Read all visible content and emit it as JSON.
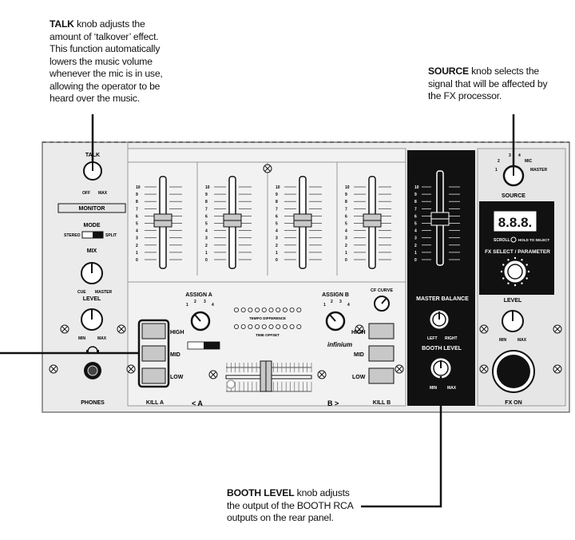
{
  "callouts": {
    "talk": {
      "title": "TALK",
      "body_l1": " knob adjusts the",
      "l2": "amount of ‘talkover’ effect.",
      "l3": "This function automatically",
      "l4": "lowers the music volume",
      "l5": "whenever the mic is in use,",
      "l6": "allowing the operator to be",
      "l7": "heard over the music."
    },
    "source": {
      "title": "SOURCE",
      "body_l1": " knob selects the",
      "l2": "signal that will be affected by",
      "l3": "the FX processor."
    },
    "booth": {
      "title": "BOOTH LEVEL",
      "body_l1": " knob adjusts",
      "l2": "the output of the BOOTH RCA",
      "l3": "outputs on the rear panel."
    }
  },
  "panel": {
    "talk_label": "TALK",
    "off": "OFF",
    "max": "MAX",
    "monitor": "MONITOR",
    "mode": "MODE",
    "stereo": "STEREO",
    "split": "SPLIT",
    "mix": "MIX",
    "cue": "CUE",
    "master": "MASTER",
    "level": "LEVEL",
    "min": "MIN",
    "phones": "PHONES",
    "assign_a": "ASSIGN A",
    "assign_b": "ASSIGN B",
    "cf_curve": "CF CURVE",
    "tempo_difference": "TEMPO DIFFERENCE",
    "time_offset": "TIME OFFSET",
    "high": "HIGH",
    "mid": "MID",
    "low": "LOW",
    "kill_a": "KILL A",
    "kill_b": "KILL B",
    "side_a": "< A",
    "side_b": "B >",
    "infinium": "infinium",
    "fader_scale": [
      "10",
      "9",
      "8",
      "7",
      "6",
      "5",
      "4",
      "3",
      "2",
      "1",
      "0"
    ],
    "assign_nums": [
      "1",
      "2",
      "3",
      "4"
    ],
    "master_balance": "MASTER BALANCE",
    "left": "LEFT",
    "right": "RIGHT",
    "booth_level": "BOOTH LEVEL",
    "source_label": "SOURCE",
    "src1": "1",
    "src2": "2",
    "src3": "3",
    "src4": "4",
    "mic": "MIC",
    "src_master": "MASTER",
    "display": "8.8.8.",
    "scroll": "SCROLL",
    "hold_to_select": "HOLD TO SELECT",
    "fx_select": "FX SELECT / PARAMETER",
    "fx_level": "LEVEL",
    "fx_on": "FX ON"
  }
}
